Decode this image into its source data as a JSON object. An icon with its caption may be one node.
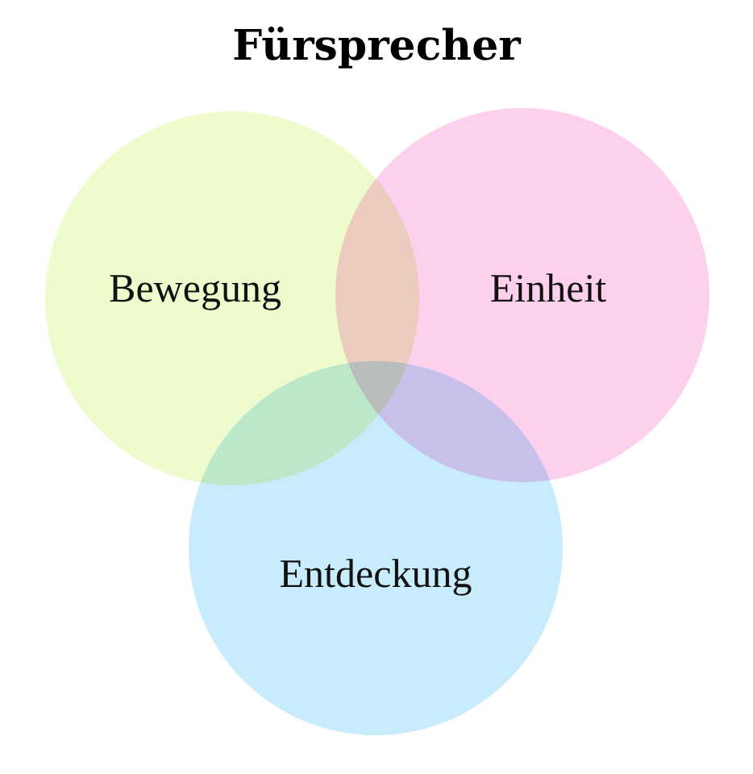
{
  "diagram": {
    "title": "Fürsprecher",
    "nodes": [
      {
        "text": [
          "Bewegung"
        ]
      },
      {
        "text": [
          "Einheit"
        ]
      },
      {
        "text": [
          "Entdeckung"
        ]
      }
    ],
    "edges": []
  }
}
